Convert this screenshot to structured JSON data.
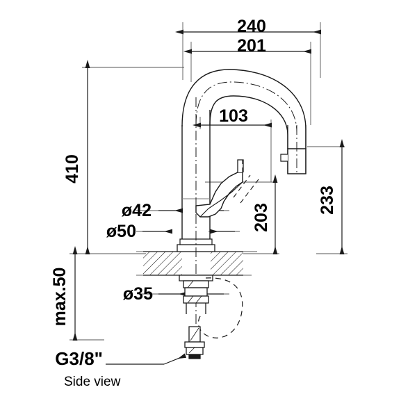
{
  "drawing": {
    "title": "Side view",
    "caption": "Side view",
    "type": "technical-dimension-drawing",
    "subject": "kitchen-mixer-tap-gooseneck",
    "line_color": "#1a1a1a",
    "thin_line_color": "#555555",
    "hatch_color": "#1a1a1a",
    "background_color": "#ffffff"
  },
  "dimensions": {
    "overall_width": {
      "label": "240",
      "orientation": "horizontal",
      "position": "top"
    },
    "spout_reach": {
      "label": "201",
      "orientation": "horizontal",
      "position": "top"
    },
    "handle_offset": {
      "label": "103",
      "orientation": "horizontal",
      "position": "middle"
    },
    "overall_height": {
      "label": "410",
      "orientation": "vertical",
      "position": "left"
    },
    "handle_height": {
      "label": "203",
      "orientation": "vertical",
      "position": "middle"
    },
    "spout_height": {
      "label": "233",
      "orientation": "vertical",
      "position": "right"
    },
    "body_diameter": {
      "label": "ø42",
      "orientation": "horizontal",
      "position": "left"
    },
    "base_diameter": {
      "label": "ø50",
      "orientation": "horizontal",
      "position": "left"
    },
    "hole_diameter": {
      "label": "ø35",
      "orientation": "horizontal",
      "position": "below-counter"
    },
    "counter_thickness": {
      "label": "max.50",
      "orientation": "vertical",
      "position": "left-lower"
    },
    "thread_size": {
      "label": "G3/8\"",
      "orientation": "horizontal",
      "position": "bottom"
    }
  }
}
